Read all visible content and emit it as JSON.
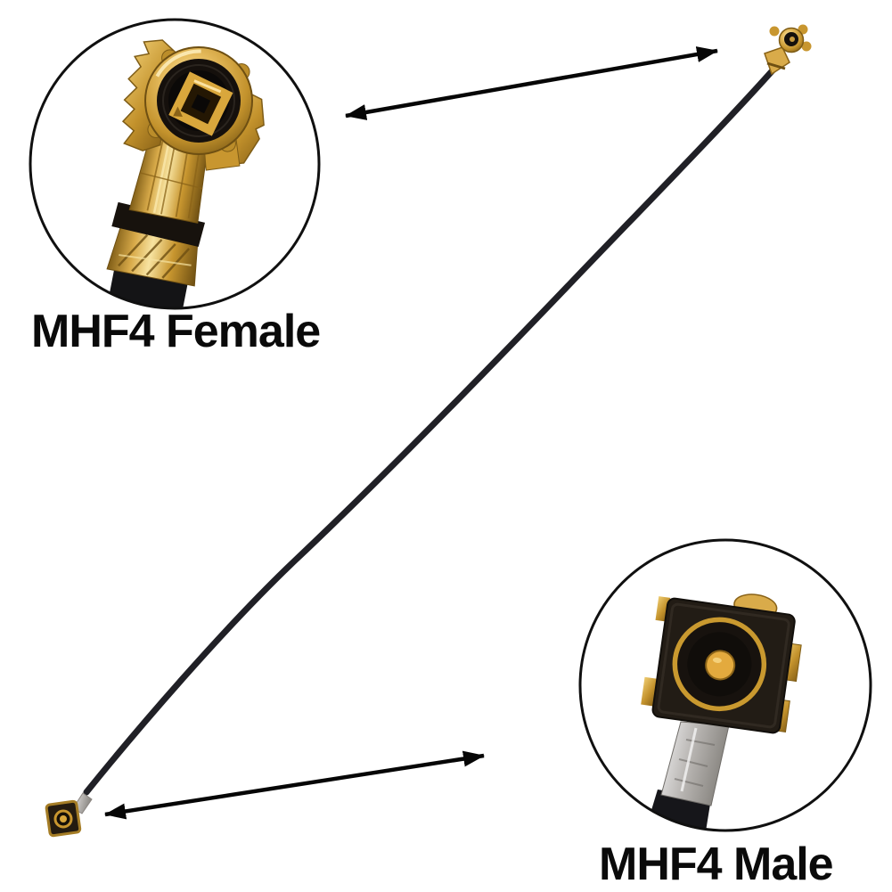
{
  "scene": {
    "background": "#ffffff",
    "subject": "MHF4 RF coaxial pigtail cable with two magnified connector callouts"
  },
  "callouts": {
    "female": {
      "label": "MHF4 Female",
      "connector": "mhf4-female-connector-closeup"
    },
    "male": {
      "label": "MHF4 Male",
      "connector": "mhf4-male-connector-closeup"
    }
  },
  "graphics": {
    "cable": "coaxial-cable",
    "arrow_top": "double-headed-arrow",
    "arrow_bottom": "double-headed-arrow",
    "tip_top_right": "mhf4-female-connector-tip",
    "tip_bottom_left": "mhf4-male-connector-tip"
  },
  "colors": {
    "background": "#ffffff",
    "text": "#0a0a0a",
    "circle_border": "#101010",
    "arrow": "#060606",
    "cable_black": "#202026",
    "connector_black": "#15100c",
    "gold": "#c8962f",
    "gold_light": "#f7e3a0",
    "gold_dark": "#6e4f12",
    "silver": "#b9b6b3"
  }
}
